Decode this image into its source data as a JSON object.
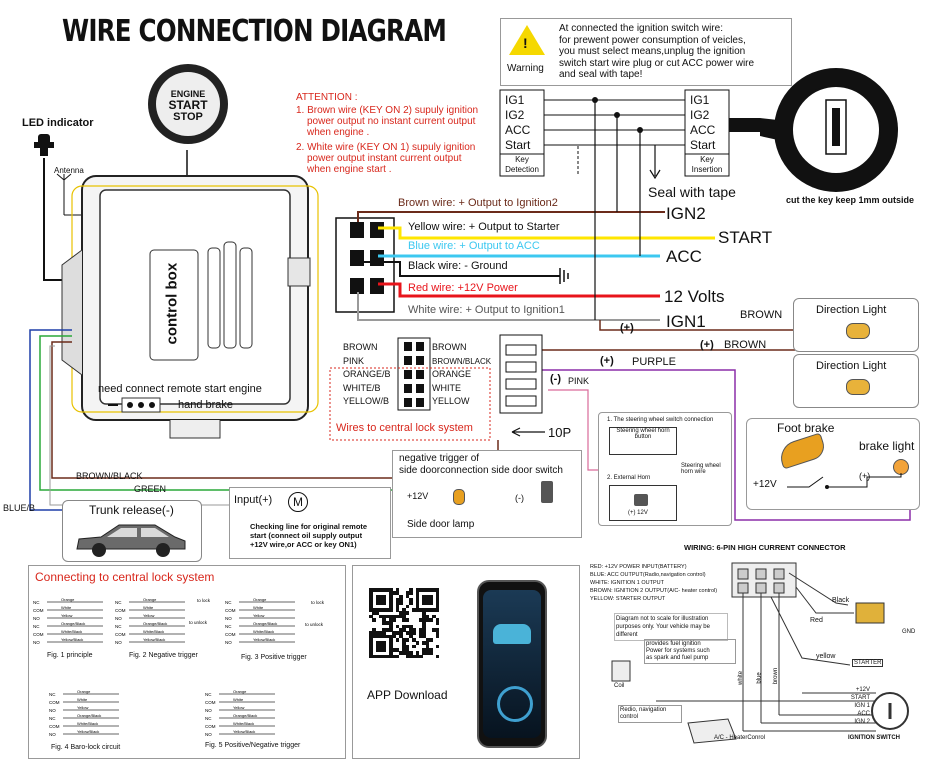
{
  "title": "WIRE CONNECTION DIAGRAM",
  "led_label": "LED indicator",
  "antenna_label": "Antenna",
  "button": {
    "line1": "ENGINE",
    "line2": "START",
    "line3": "STOP"
  },
  "attention": {
    "heading": "ATTENTION :",
    "item1": [
      "1. Brown wire (KEY  ON 2) supuly ignition",
      "power output no instant current output",
      "when engine ."
    ],
    "item2": [
      "2. White wire (KEY  ON 1) supuly ignition",
      "power output  instant current output",
      "when engine start ."
    ]
  },
  "warning": {
    "label": "Warning",
    "text": [
      "At connected the ignition switch wire:",
      "for prewent power consumption of veicles,",
      "you must select means,unplug the ignition",
      "switch start wire plug or cut ACC power wire",
      "and seal with tape!"
    ]
  },
  "key_left": {
    "rows": [
      "IG1",
      "IG2",
      "ACC",
      "Start"
    ],
    "caption": [
      "Key",
      "Detection"
    ]
  },
  "key_right": {
    "rows": [
      "IG1",
      "IG2",
      "ACC",
      "Start"
    ],
    "caption": [
      "Key",
      "Insertion"
    ]
  },
  "seal_label": "Seal with tape",
  "key_note": "cut the key keep 1mm outside",
  "control_box": "control box",
  "remote_note": "need connect remote start engine",
  "hand_brake": "hand brake",
  "wires": {
    "brown": "Brown wire: + Output to Ignition2",
    "yellow": "Yellow wire: + Output to Starter",
    "blue": "Blue wire: + Output to ACC",
    "black": "Black wire: - Ground",
    "red": "Red wire: +12V Power",
    "white": "White wire: + Output to Ignition1"
  },
  "terminals": {
    "ign2": "IGN2",
    "start": "START",
    "acc": "ACC",
    "v12": "12 Volts",
    "ign1": "IGN1"
  },
  "colors": {
    "brown": "#6b2b1a",
    "yellow": "#ffe600",
    "blue": "#3cc8f0",
    "black": "#111111",
    "red": "#e8141b",
    "white": "#9a9a9a",
    "purple": "#8b2ea8",
    "green": "#2aa839",
    "navy": "#1e3fa8",
    "pink": "#d96a9a"
  },
  "direction": {
    "label": "Direction Light",
    "brown": "BROWN",
    "plus": "(+)",
    "purple": "PURPLE",
    "minus_pink": "(-)",
    "pink": "PINK"
  },
  "connector": {
    "left": [
      "BROWN",
      "PINK",
      "ORANGE/B",
      "WHITE/B",
      "YELLOW/B"
    ],
    "right": [
      "BROWN",
      "BROWN/BLACK",
      "ORANGE",
      "WHITE",
      "YELLOW"
    ],
    "caption": "Wires to central lock system"
  },
  "tenp": "10P",
  "steering": {
    "t1": "1. The steering wheel switch connection",
    "t1b": "Steering wheel horn button",
    "side": "Steering wheel horn wire",
    "t2": "2. External Horn",
    "v": "(+) 12V"
  },
  "foot_brake": {
    "label": "Foot brake",
    "brake_light": "brake light",
    "plus12": "+12V",
    "plus": "(+)"
  },
  "door": {
    "title": [
      "negative trigger of",
      "side doorconnection  side door switch"
    ],
    "v12": "+12V",
    "minus": "(-)",
    "lamp": "Side door lamp"
  },
  "trunk": "Trunk release(-)",
  "brown_black": "BROWN/BLACK",
  "green": "GREEN",
  "blue_b": "BLUE/B",
  "check": {
    "input": "Input(+)",
    "motor": "M",
    "text": [
      "Checking line for original remote",
      "start (connect oil supply output",
      "+12V wire,or ACC or key ON1)"
    ]
  },
  "central": {
    "title": "Connecting to central lock system",
    "fig1": "Fig. 1  principle",
    "fig2": "Fig. 2  Negative trigger",
    "fig3": "Fig. 3  Positive trigger",
    "fig4": "Fig. 4  Baro-lock circuit",
    "fig5": "Fig. 5  Positive/Negative trigger",
    "wires": [
      "Orange",
      "White",
      "Yellow",
      "Orange/Black",
      "White/Black",
      "Yellow/Black"
    ],
    "pins": [
      "NC",
      "COM",
      "NO",
      "NC",
      "COM",
      "NO"
    ],
    "to_lock": "to lock",
    "to_unlock": "to unlock"
  },
  "app": "APP Download",
  "wiring": {
    "title": "WIRING: 6-PIN HIGH CURRENT CONNECTOR",
    "legend": [
      "RED: +12V POWER INPUT(BATTERY)",
      "BLUE: ACC OUTPUT(Radio,navigation control)",
      "WHITE: IGNITION 1 OUTPUT",
      "BROWN: IGNITION 2 OUTPUT(A/C- heater control)",
      "YELLOW: STARTER OUTPUT"
    ],
    "note": [
      "Diagram not to scale for illustration",
      "purposes only. Your vehicle may be",
      "different"
    ],
    "box2": [
      "provides fuel ignition",
      "Power for systems such",
      "as spark and fuel pump"
    ],
    "box3": [
      "Redio, navigation",
      "control"
    ],
    "black": "Black",
    "red": "Red",
    "yellow": "yellow",
    "starter": "STARTER",
    "gnd": "GND",
    "coil": "Coil",
    "ac": "A/C - HeaterConrol",
    "v": [
      "white",
      "blue",
      "brown"
    ],
    "right": [
      "+12V",
      "START",
      "IGN 1",
      "ACC",
      "IGN 2"
    ],
    "switch": "IGNITION SWITCH"
  }
}
